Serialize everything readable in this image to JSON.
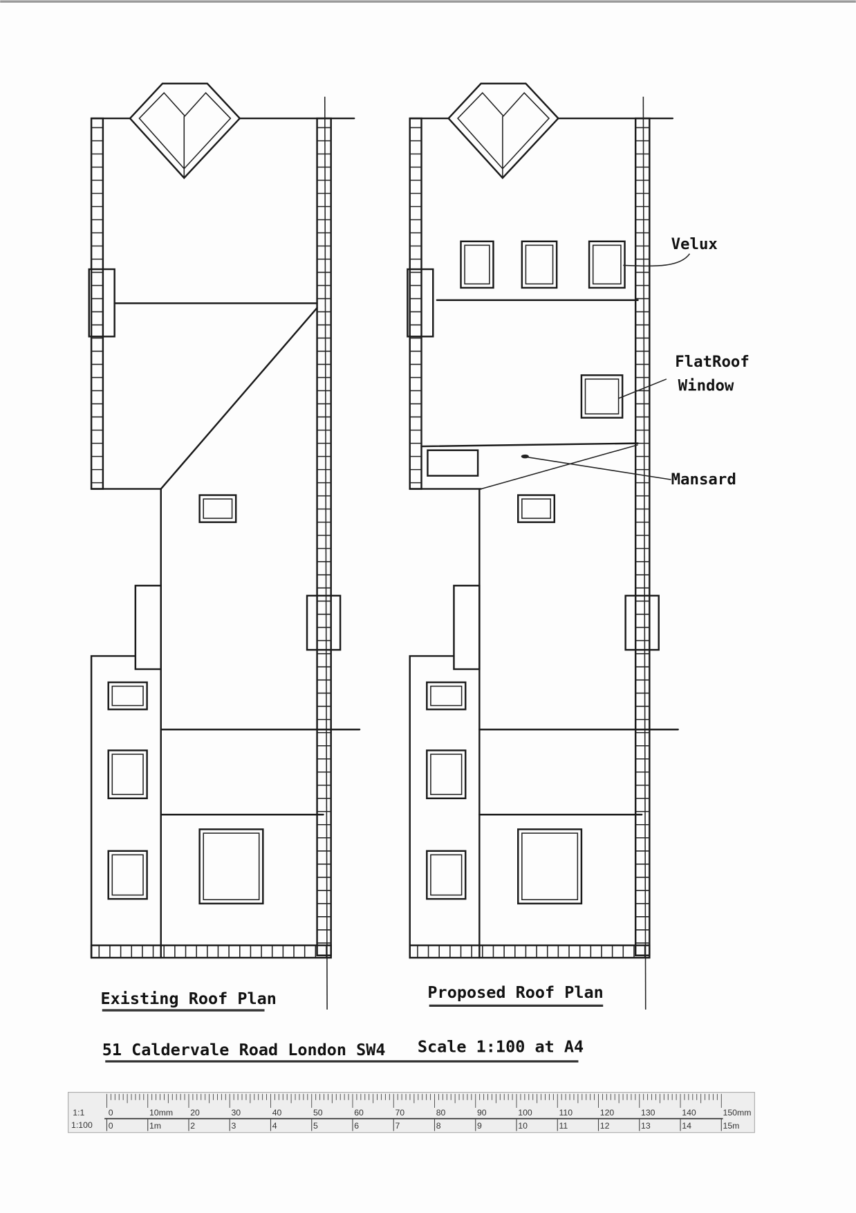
{
  "drawing": {
    "existing_title": "Existing Roof Plan",
    "proposed_title": "Proposed Roof Plan",
    "address": "51 Caldervale Road London SW4",
    "scale_note": "Scale 1:100 at A4",
    "annotations": {
      "velux": "Velux",
      "flat_roof_1": "FlatRoof",
      "flat_roof_2": "Window",
      "mansard": "Mansard"
    }
  },
  "scale_bar": {
    "row1_label": "1:1",
    "row2_label": "1:100",
    "row1_ticks": [
      "0",
      "10mm",
      "20",
      "30",
      "40",
      "50",
      "60",
      "70",
      "80",
      "90",
      "100",
      "110",
      "120",
      "130",
      "140",
      "150mm"
    ],
    "row2_ticks": [
      "0",
      "1m",
      "2",
      "3",
      "4",
      "5",
      "6",
      "7",
      "8",
      "9",
      "10",
      "11",
      "12",
      "13",
      "14",
      "15m"
    ]
  }
}
